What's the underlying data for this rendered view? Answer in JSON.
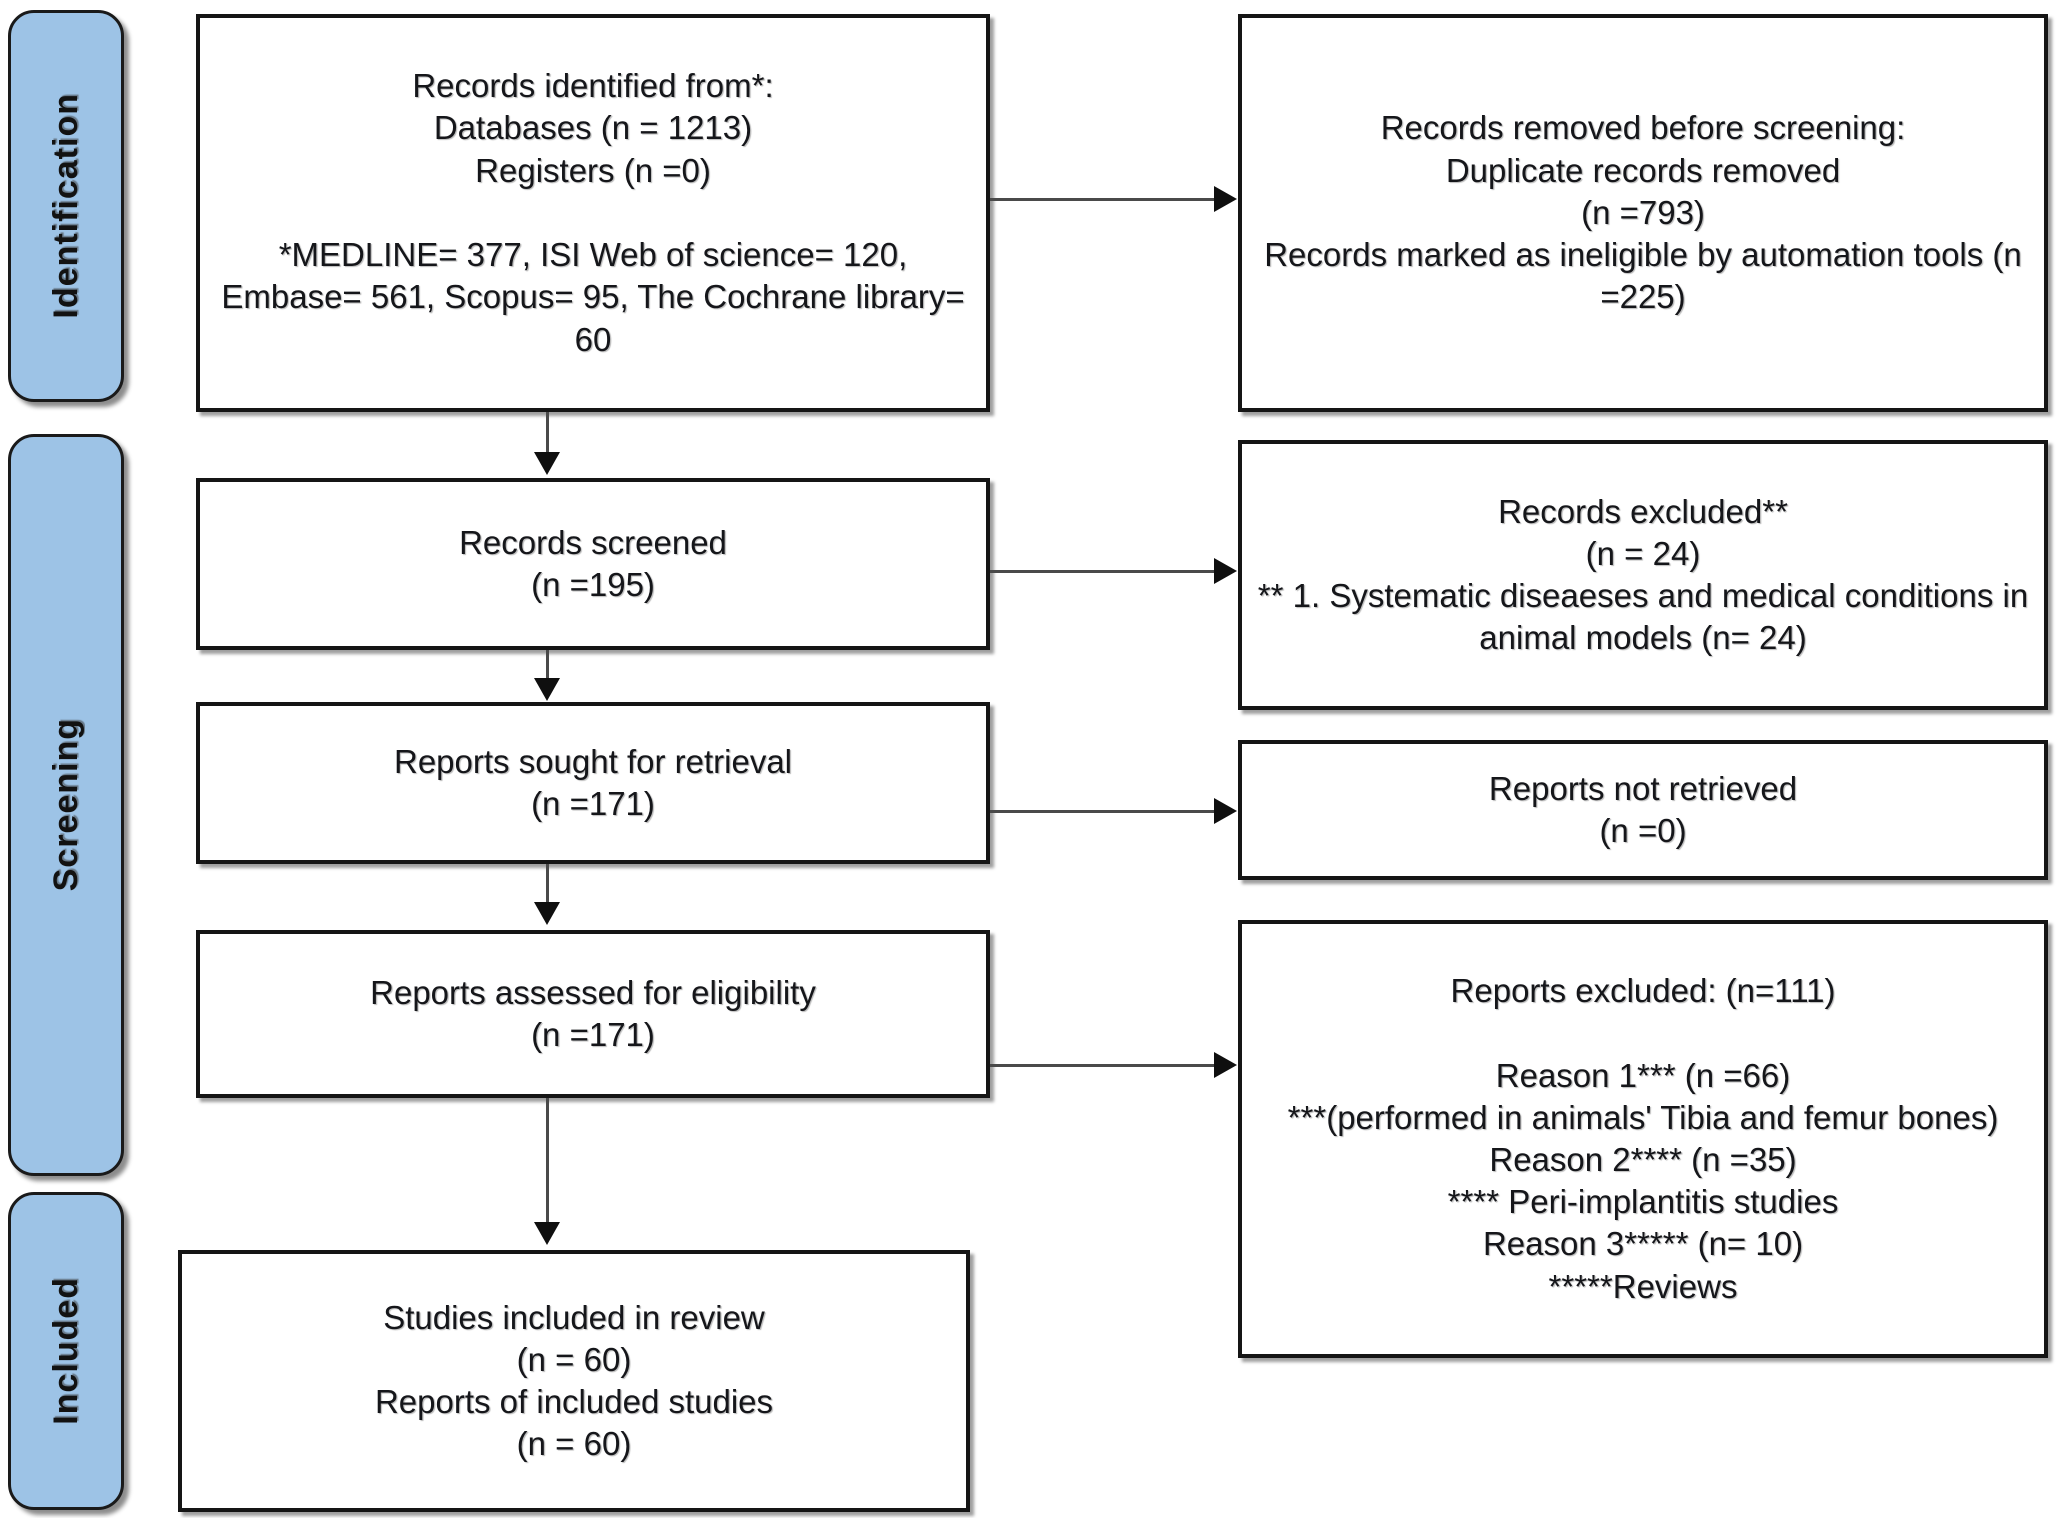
{
  "diagram": {
    "type": "prisma-flow-diagram",
    "colors": {
      "phase_fill": "#9dc3e6",
      "phase_border": "#1a1a1a",
      "box_border": "#151515",
      "box_fill": "#ffffff",
      "connector": "#4a4a4a",
      "text": "#15161a"
    }
  },
  "phases": [
    {
      "id": "identification",
      "label": "Identification"
    },
    {
      "id": "screening",
      "label": "Screening"
    },
    {
      "id": "included",
      "label": "Included"
    }
  ],
  "left_column": [
    {
      "id": "records-identified",
      "text": "Records identified from*:\nDatabases (n = 1213)\nRegisters (n =0)\n\n*MEDLINE= 377, ISI Web of science= 120, Embase= 561, Scopus= 95, The Cochrane library= 60"
    },
    {
      "id": "records-screened",
      "text": "Records screened\n(n =195)"
    },
    {
      "id": "reports-sought",
      "text": "Reports sought for retrieval\n(n =171)"
    },
    {
      "id": "reports-assessed",
      "text": "Reports assessed for eligibility\n(n =171)"
    },
    {
      "id": "studies-included",
      "text": "Studies included in review\n(n = 60)\nReports of included studies\n(n = 60)"
    }
  ],
  "right_column": [
    {
      "id": "records-removed",
      "text": "Records removed before screening:\nDuplicate records removed\n(n =793)\nRecords marked as ineligible by automation tools (n =225)"
    },
    {
      "id": "records-excluded",
      "text": "Records excluded**\n(n = 24)\n** 1. Systematic diseaeses and medical conditions in animal models (n= 24)"
    },
    {
      "id": "reports-not-retrieved",
      "text": "Reports not retrieved\n(n =0)"
    },
    {
      "id": "reports-excluded",
      "text": "Reports excluded: (n=111)\n\nReason 1*** (n =66)\n***(performed in animals' Tibia and femur bones)\nReason 2**** (n =35)\n**** Peri-implantitis studies\nReason 3***** (n= 10)\n*****Reviews"
    }
  ],
  "counts": {
    "databases": 1213,
    "registers": 0,
    "medline": 377,
    "isi_web_of_science": 120,
    "embase": 561,
    "scopus": 95,
    "cochrane_library": 60,
    "duplicates_removed": 793,
    "ineligible_automation": 225,
    "records_screened": 195,
    "records_excluded": 24,
    "reports_sought": 171,
    "reports_not_retrieved": 0,
    "reports_assessed": 171,
    "reports_excluded_total": 111,
    "reason1": 66,
    "reason2": 35,
    "reason3": 10,
    "studies_included": 60,
    "reports_of_included_studies": 60
  }
}
